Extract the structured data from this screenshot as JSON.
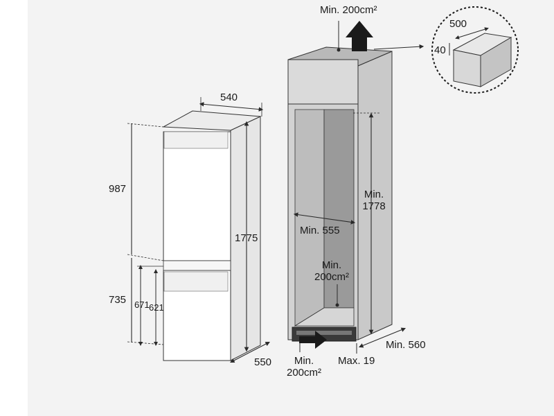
{
  "fridge": {
    "width": "540",
    "upper_height": "987",
    "total_height": "1775",
    "lower_height": "735",
    "lower_inner_a": "671",
    "lower_inner_b": "621",
    "depth": "550"
  },
  "cabinet": {
    "top_vent_line1": "Min. 200cm²",
    "inner_height_line1": "Min.",
    "inner_height_line2": "1778",
    "inner_width": "Min. 555",
    "mid_vent_line1": "Min.",
    "mid_vent_line2": "200cm²",
    "bottom_vent_line1": "Min.",
    "bottom_vent_line2": "200cm²",
    "plinth_gap": "Max. 19",
    "depth": "Min. 560"
  },
  "detail": {
    "width": "500",
    "thickness": "40"
  },
  "colors": {
    "panel": "#f3f3f3",
    "line": "#2a2a2a",
    "cabinet_side": "#c9c9c9",
    "cabinet_front": "#dadada",
    "cabinet_inner": "#9a9a9a",
    "arrow": "#1a1a1a"
  }
}
